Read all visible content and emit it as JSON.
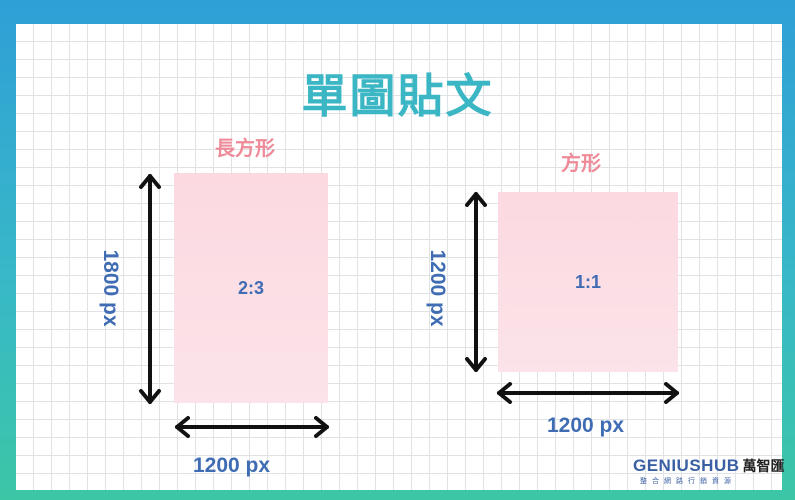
{
  "title": "單圖貼文",
  "rectangle": {
    "label": "長方形",
    "ratio": "2:3",
    "width_label": "1200 px",
    "height_label": "1800 px"
  },
  "square": {
    "label": "方形",
    "ratio": "1:1",
    "width_label": "1200 px",
    "height_label": "1200 px"
  },
  "logo": {
    "brand": "GENIUSHUB",
    "brand_zh": "萬智匯",
    "tagline": "整合網路行銷資源"
  },
  "colors": {
    "title": "#3bb6c4",
    "shape_label": "#ef8b99",
    "dimension_text": "#3f6cb3",
    "box_fill": "#fcd9e1",
    "frame": "#2f9fd6"
  }
}
